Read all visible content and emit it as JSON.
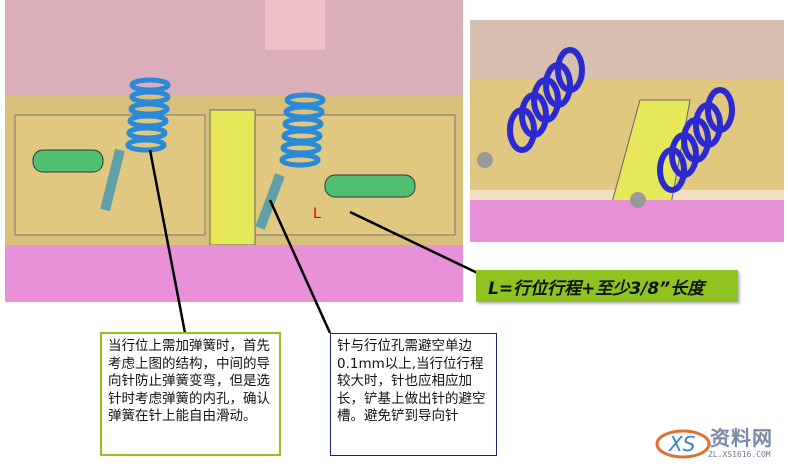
{
  "formula_label": "L=行位行程+至少3/8”长度",
  "dimension_label": "L",
  "notes": {
    "left": "当行位上需加弹簧时，首先考虑上图的结构，中间的导向针防止弹簧变弯，但是选针时考虑弹簧的内孔，确认弹簧在针上能自由滑动。",
    "right": "针与行位孔需避空单边0.1mm以上,当行位行程较大时，针也应相应加长，铲基上做出针的避空槽。避免铲到导向针"
  },
  "watermark": {
    "brand": "资料网",
    "url": "ZL.XS1616.COM",
    "logo_letters": "XS"
  },
  "colors": {
    "formula_bg": "#8fc31f",
    "left_note_border": "#8fc31f",
    "right_note_border": "#1a237e",
    "spring_left": "#2a8ad8",
    "spring_right": "#2a2ad0",
    "slider": "#e8e85a",
    "plate": "#e6b86a",
    "base": "#e890d8"
  }
}
